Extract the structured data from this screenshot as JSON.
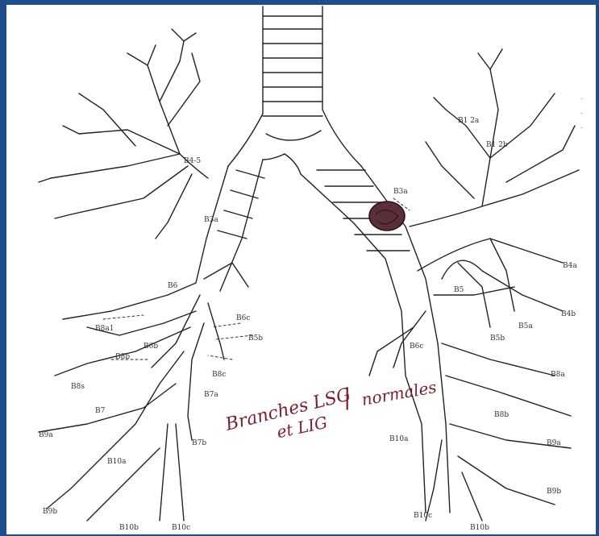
{
  "diagram": {
    "title": "",
    "colors": {
      "frame": "#1f4e8c",
      "background": "#ffffff",
      "line": "#222222",
      "lesion": "#5a2f3a",
      "handwriting": "#7a1f2b"
    },
    "lesion_label": "B3a",
    "left_lung_labels": {
      "b45": "B4-5",
      "b6": "B6",
      "b6c": "B6c",
      "b8a1": "B8a1",
      "b6b": "B6b",
      "b8b": "B8b",
      "b8s": "B8s",
      "b7": "B7",
      "b9a": "B9a",
      "b7a": "B7a",
      "b9b": "B9b",
      "b10a": "B10a",
      "b10b": "B10b",
      "b10c": "B10c",
      "b7b": "B7b",
      "b8c": "B8c",
      "b5b": "B5b",
      "b3a": "B3a"
    },
    "right_lung_labels": {
      "b12a": "B1 2a",
      "b12b": "B1 2b",
      "b3a": "B3a",
      "b5": "B5",
      "b4a": "B4a",
      "b4b": "B4b",
      "b5a": "B5a",
      "b5b": "B5b",
      "b6c": "B6c",
      "b8a": "B8a",
      "b9b": "B9b",
      "b9a": "B9a",
      "b10a": "B10a",
      "b10c": "B10c",
      "b10b": "B10b",
      "b8b": "B8b"
    },
    "handwriting": {
      "line1": "Branches LSG",
      "line2": "et LIG",
      "separator": "|",
      "line3": "normales"
    },
    "edge_marks": [
      "-",
      "-",
      "-"
    ]
  }
}
